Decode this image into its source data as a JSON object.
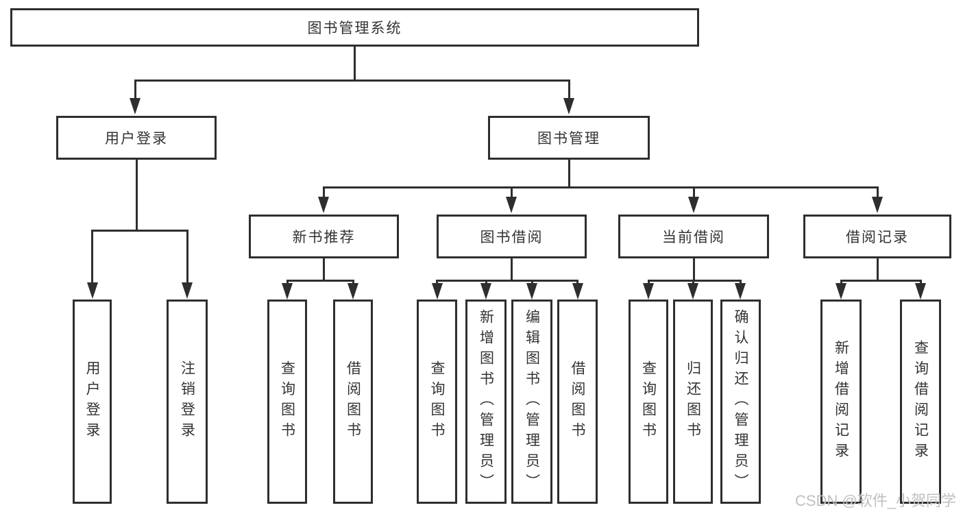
{
  "tree": {
    "label": "图书管理系统",
    "children": [
      {
        "label": "用户登录",
        "children": [
          {
            "label": "用户登录"
          },
          {
            "label": "注销登录"
          }
        ]
      },
      {
        "label": "图书管理",
        "children": [
          {
            "label": "新书推荐",
            "children": [
              {
                "label": "查询图书"
              },
              {
                "label": "借阅图书"
              }
            ]
          },
          {
            "label": "图书借阅",
            "children": [
              {
                "label": "查询图书"
              },
              {
                "label": "新增图书（管理员）"
              },
              {
                "label": "编辑图书（管理员）"
              },
              {
                "label": "借阅图书"
              }
            ]
          },
          {
            "label": "当前借阅",
            "children": [
              {
                "label": "查询图书"
              },
              {
                "label": "归还图书"
              },
              {
                "label": "确认归还（管理员）"
              }
            ]
          },
          {
            "label": "借阅记录",
            "children": [
              {
                "label": "新增借阅记录"
              },
              {
                "label": "查询借阅记录"
              }
            ]
          }
        ]
      }
    ]
  },
  "watermark": {
    "text": "CSDN @软件_小贺同学"
  },
  "colors": {
    "line": "#2e2e2e",
    "text": "#333333",
    "background": "#ffffff",
    "watermark": "#c0c0c0"
  }
}
